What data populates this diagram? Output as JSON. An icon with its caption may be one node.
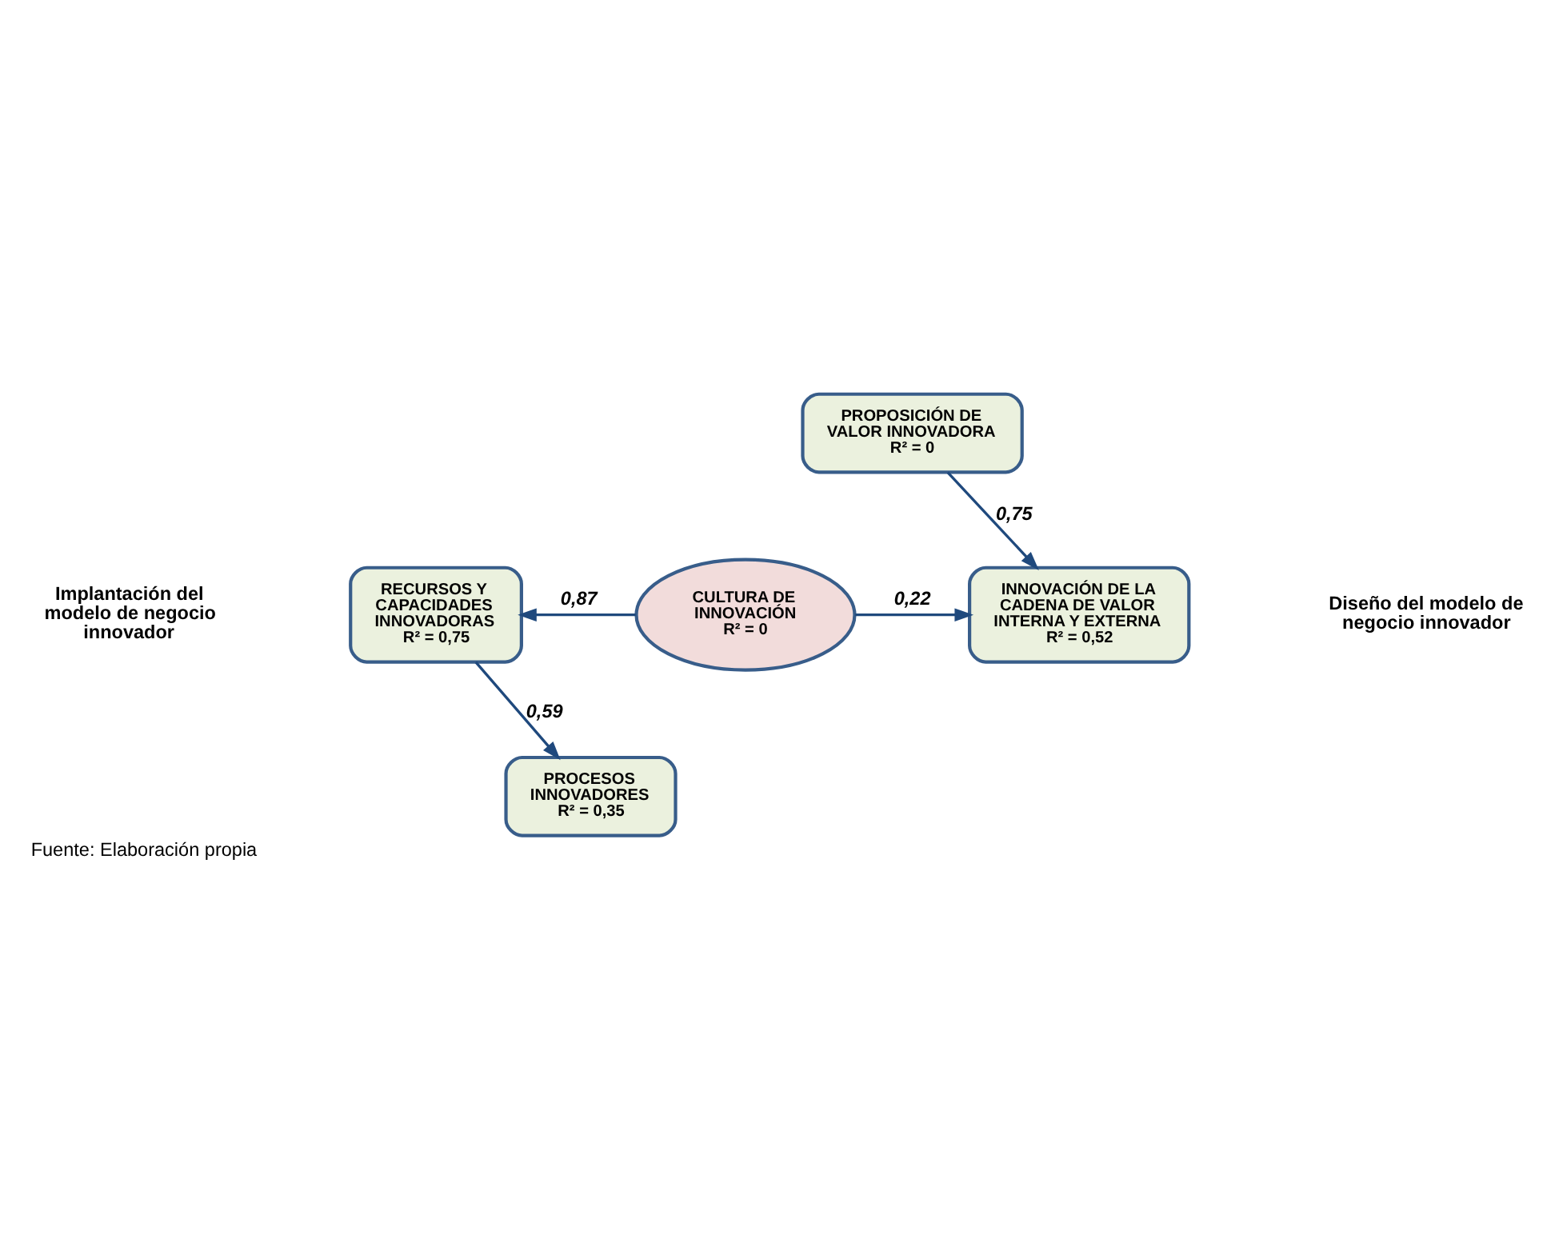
{
  "diagram": {
    "caption": "Fuente: Elaboración propia",
    "nodes": [
      {
        "text": [
          "PROPOSICIÓN DE VALOR INNOVADORA",
          "R² = 0"
        ]
      },
      {
        "text": [
          "RECURSOS Y CAPACIDADES INNOVADORAS",
          "R² = 0,75"
        ]
      },
      {
        "text": [
          "CULTURA DE INNOVACIÓN",
          "R² = 0"
        ]
      },
      {
        "text": [
          "INNOVACIÓN DE LA CADENA DE VALOR INTERNA Y EXTERNA",
          "R² = 0,52"
        ]
      },
      {
        "text": [
          "PROCESOS INNOVADORES",
          "R² = 0,35"
        ]
      }
    ],
    "edges": [
      {
        "from": 0,
        "to": 3,
        "arrow": "to",
        "label": "0,75"
      },
      {
        "from": 2,
        "to": 1,
        "arrow": "to",
        "label": "0,87"
      },
      {
        "from": 2,
        "to": 3,
        "arrow": "to",
        "label": "0,22"
      },
      {
        "from": 1,
        "to": 4,
        "arrow": "to",
        "label": "0,59"
      }
    ],
    "labels": [
      "Implantación del modelo de negocio innovador",
      "Diseño del modelo de negocio innovador"
    ]
  }
}
